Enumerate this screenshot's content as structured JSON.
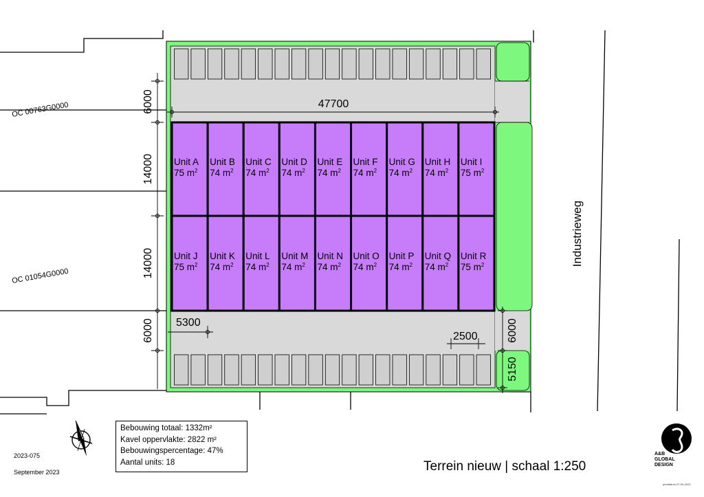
{
  "parcels": {
    "top_label": "OC 00763G0000",
    "bottom_label": "OC 01054G0000"
  },
  "road_label": "Industrieweg",
  "units_row1": [
    {
      "name": "Unit A",
      "area": "75 m",
      "sup": "2"
    },
    {
      "name": "Unit B",
      "area": "74 m",
      "sup": "2"
    },
    {
      "name": "Unit C",
      "area": "74 m",
      "sup": "2"
    },
    {
      "name": "Unit D",
      "area": "74 m",
      "sup": "2"
    },
    {
      "name": "Unit E",
      "area": "74 m",
      "sup": "2"
    },
    {
      "name": "Unit F",
      "area": "74 m",
      "sup": "2"
    },
    {
      "name": "Unit G",
      "area": "74 m",
      "sup": "2"
    },
    {
      "name": "Unit H",
      "area": "74 m",
      "sup": "2"
    },
    {
      "name": "Unit I",
      "area": "75 m",
      "sup": "2"
    }
  ],
  "units_row2": [
    {
      "name": "Unit J",
      "area": "75 m",
      "sup": "2"
    },
    {
      "name": "Unit K",
      "area": "74 m",
      "sup": "2"
    },
    {
      "name": "Unit L",
      "area": "74 m",
      "sup": "2"
    },
    {
      "name": "Unit M",
      "area": "74 m",
      "sup": "2"
    },
    {
      "name": "Unit N",
      "area": "74 m",
      "sup": "2"
    },
    {
      "name": "Unit O",
      "area": "74 m",
      "sup": "2"
    },
    {
      "name": "Unit P",
      "area": "74 m",
      "sup": "2"
    },
    {
      "name": "Unit Q",
      "area": "74 m",
      "sup": "2"
    },
    {
      "name": "Unit R",
      "area": "75 m",
      "sup": "2"
    }
  ],
  "dimensions": {
    "width_total": "47700",
    "top_lane": "6000",
    "row1_depth": "14000",
    "row2_depth": "14000",
    "bottom_lane": "6000",
    "offset_left": "5300",
    "parking_width": "2500",
    "right_lane": "6000",
    "parking_depth": "5150"
  },
  "parking": {
    "top_count": 19,
    "bottom_count": 19
  },
  "legend": {
    "line1": "Bebouwing totaal: 1332m²",
    "line2": "Kavel oppervlakte: 2822 m²",
    "line3": "Bebouwingspercentage: 47%",
    "line4": "Aantal units: 18"
  },
  "project": {
    "number": "2023-075",
    "date": "September 2023"
  },
  "sheet_title": "Terrein nieuw | schaal 1:250",
  "logo_text": {
    "line1": "A&B",
    "line2": "GLOBAL",
    "line3": "DESIGN"
  },
  "footnote": "printdatum 07-09-2023",
  "colors": {
    "unit_fill": "#c77dfa",
    "green": "#7ef77e",
    "paving": "#d9d9d9",
    "parking_bay": "#cfcfcf"
  }
}
